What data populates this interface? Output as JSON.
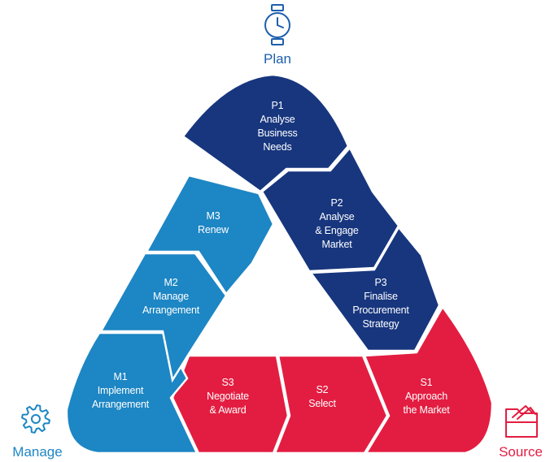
{
  "colors": {
    "plan": "#17367e",
    "manage": "#1d86c4",
    "source": "#e31d41",
    "plan_label": "#1d5fae",
    "manage_label": "#1d86c4",
    "source_label": "#e31d41"
  },
  "corners": {
    "plan": {
      "label": "Plan",
      "icon": "stopwatch-icon"
    },
    "manage": {
      "label": "Manage",
      "icon": "gear-icon"
    },
    "source": {
      "label": "Source",
      "icon": "folder-icon"
    }
  },
  "segments": {
    "p1": {
      "lines": [
        "P1",
        "Analyse",
        "Business",
        "Needs"
      ]
    },
    "p2": {
      "lines": [
        "P2",
        "Analyse",
        "& Engage",
        "Market"
      ]
    },
    "p3": {
      "lines": [
        "P3",
        "Finalise",
        "Procurement",
        "Strategy"
      ]
    },
    "s1": {
      "lines": [
        "S1",
        "Approach",
        "the Market"
      ]
    },
    "s2": {
      "lines": [
        "S2",
        "Select"
      ]
    },
    "s3": {
      "lines": [
        "S3",
        "Negotiate",
        "& Award"
      ]
    },
    "m1": {
      "lines": [
        "M1",
        "Implement",
        "Arrangement"
      ]
    },
    "m2": {
      "lines": [
        "M2",
        "Manage",
        "Arrangement"
      ]
    },
    "m3": {
      "lines": [
        "M3",
        "Renew"
      ]
    }
  }
}
